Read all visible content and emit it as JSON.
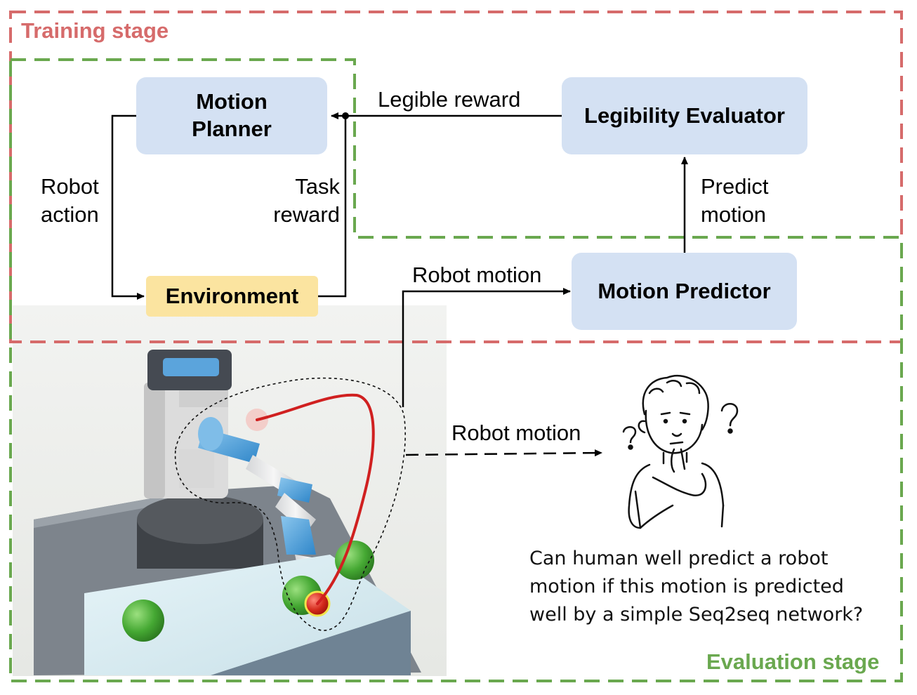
{
  "stages": {
    "training": {
      "title": "Training stage",
      "color": "#d66b6b"
    },
    "evaluation": {
      "title": "Evaluation stage",
      "color": "#6aa84f"
    }
  },
  "nodes": {
    "motion_planner": {
      "line1": "Motion",
      "line2": "Planner"
    },
    "legibility_evaluator": {
      "label": "Legibility Evaluator"
    },
    "environment": {
      "label": "Environment"
    },
    "motion_predictor": {
      "label": "Motion Predictor"
    }
  },
  "edges": {
    "legible_reward": "Legible reward",
    "robot_action": {
      "line1": "Robot",
      "line2": "action"
    },
    "task_reward": {
      "line1": "Task",
      "line2": "reward"
    },
    "predict_motion": {
      "line1": "Predict",
      "line2": "motion"
    },
    "robot_motion_top": "Robot motion",
    "robot_motion_bottom": "Robot motion"
  },
  "question": {
    "line1": "Can human well predict a robot",
    "line2": "motion if this motion is predicted",
    "line3": "well by a simple Seq2seq network?"
  },
  "colors": {
    "node_blue": "#d4e1f3",
    "node_yellow": "#fbe4a0",
    "trajectory_red": "#d02020",
    "goal_green": "#4caf3c"
  },
  "icons": {
    "robot_scene": "robot-arm-simulation",
    "thinking_person": "thinking-person-icon"
  }
}
